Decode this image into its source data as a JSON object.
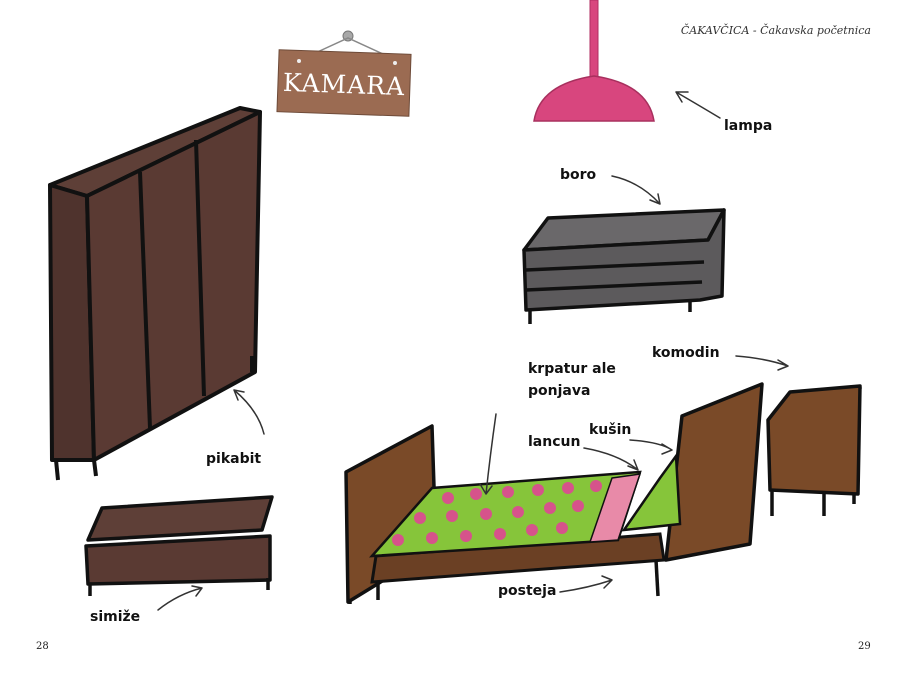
{
  "header": {
    "title": "ČAKAVČICA - Čakavska početnica"
  },
  "sign": {
    "text": "KAMARA"
  },
  "labels": {
    "lampa": "lampa",
    "boro": "boro",
    "komodin": "komodin",
    "krpatur": "krpatur ale",
    "ponjava": "ponjava",
    "kusin": "kušin",
    "lancun": "lancun",
    "pikabit": "pikabit",
    "posteja": "posteja",
    "simize": "simiže"
  },
  "pages": {
    "left": "28",
    "right": "29"
  },
  "colors": {
    "wood": "#5a3a33",
    "bed_wood": "#7a4a28",
    "gray": "#5c5a5c",
    "lamp": "#d8467e",
    "green": "#86c53a",
    "pink": "#d6538b",
    "sign": "#9b6b52"
  }
}
